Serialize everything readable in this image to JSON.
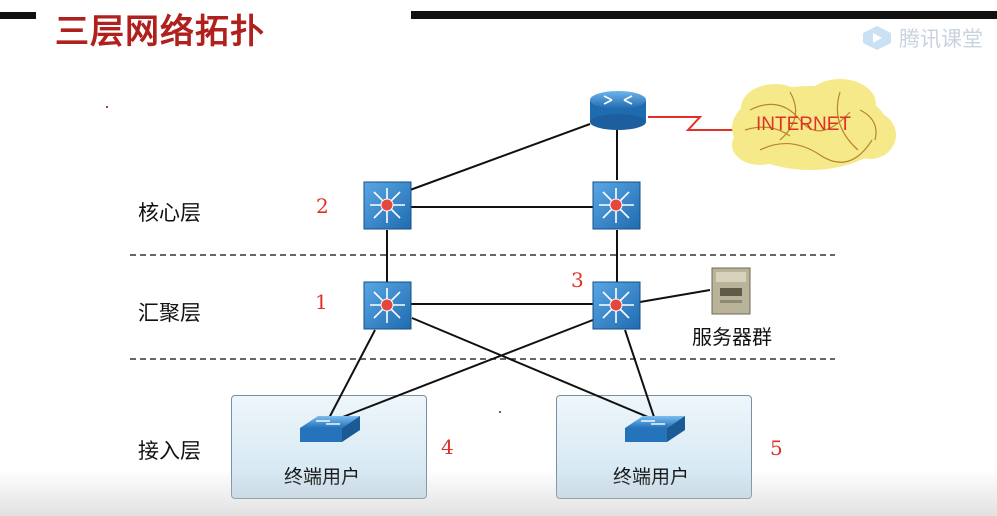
{
  "title": "三层网络拓扑",
  "watermark": {
    "text": "腾讯课堂",
    "icon": "tencent-classroom-icon"
  },
  "layers": {
    "core": "核心层",
    "aggregation": "汇聚层",
    "access": "接入层"
  },
  "numbers": {
    "n1": "1",
    "n2": "2",
    "n3": "3",
    "n4": "4",
    "n5": "5"
  },
  "devices": {
    "internet": "INTERNET",
    "server_group": "服务器群",
    "end_users_left": "终端用户",
    "end_users_right": "终端用户"
  },
  "colors": {
    "title": "#b0201d",
    "numbers": "#e0302a",
    "switch_blue": "#2b7fc8",
    "cloud": "#f6e98a"
  }
}
